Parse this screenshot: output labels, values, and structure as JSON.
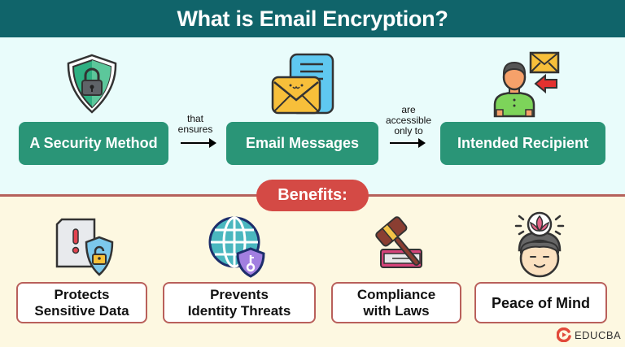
{
  "header": {
    "title": "What is Email Encryption?"
  },
  "definition": {
    "boxes": [
      {
        "label": "A Security Method",
        "icon": "shield-lock-icon"
      },
      {
        "label": "Email Messages",
        "icon": "email-document-icon"
      },
      {
        "label": "Intended Recipient",
        "icon": "recipient-mail-icon"
      }
    ],
    "connectors": [
      {
        "line1": "that",
        "line2": "ensures"
      },
      {
        "line1": "are",
        "line2": "accessible",
        "line3": "only to"
      }
    ]
  },
  "benefits": {
    "heading": "Benefits:",
    "items": [
      {
        "line1": "Protects",
        "line2": "Sensitive Data",
        "icon": "document-alert-shield-icon"
      },
      {
        "line1": "Prevents",
        "line2": "Identity Threats",
        "icon": "globe-key-shield-icon"
      },
      {
        "line1": "Compliance",
        "line2": "with Laws",
        "icon": "gavel-book-icon"
      },
      {
        "line1": "Peace of Mind",
        "line2": "",
        "icon": "calm-face-lotus-icon"
      }
    ]
  },
  "brand": {
    "name": "EDUCBA"
  },
  "colors": {
    "header": "#10646a",
    "green_box": "#2a9577",
    "benefits_pill": "#d44a45",
    "top_bg": "#e9fcfb",
    "bottom_bg": "#fdf8e1",
    "box_border": "#b9605b"
  }
}
